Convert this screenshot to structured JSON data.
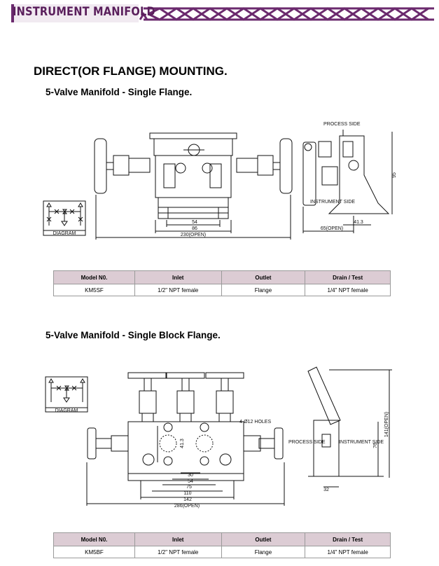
{
  "header": {
    "title": "INSTRUMENT MANIFOLD"
  },
  "section_title": "DIRECT(OR FLANGE) MOUNTING.",
  "products": [
    {
      "title": "5-Valve Manifold - Single Flange.",
      "diagram_label": "DIAGRAM",
      "dimensions": [
        "54",
        "86",
        "230(OPEN)",
        "95",
        "41.3",
        "65(OPEN)"
      ],
      "side_labels": [
        "PROCESS SIDE",
        "INSTRUMENT SIDE"
      ],
      "table": {
        "headers": [
          "Model N0.",
          "Inlet",
          "Outlet",
          "Drain / Test"
        ],
        "rows": [
          [
            "KM5SF",
            "1/2\" NPT female",
            "Flange",
            "1/4\" NPT female"
          ]
        ]
      }
    },
    {
      "title": "5-Valve Manifold - Single Block Flange.",
      "diagram_label": "DIAGRAM",
      "holes_label": "4-Ø12 HOLES",
      "dimensions": [
        "41.3",
        "30",
        "54",
        "75",
        "110",
        "142",
        "286(OPEN)",
        "76",
        "141(OPEN)",
        "32"
      ],
      "side_labels": [
        "PROCESS SIDE",
        "INSTRUMENT SIDE"
      ],
      "table": {
        "headers": [
          "Model N0.",
          "Inlet",
          "Outlet",
          "Drain / Test"
        ],
        "rows": [
          [
            "KM5BF",
            "1/2\" NPT female",
            "Flange",
            "1/4\" NPT female"
          ]
        ]
      }
    }
  ]
}
